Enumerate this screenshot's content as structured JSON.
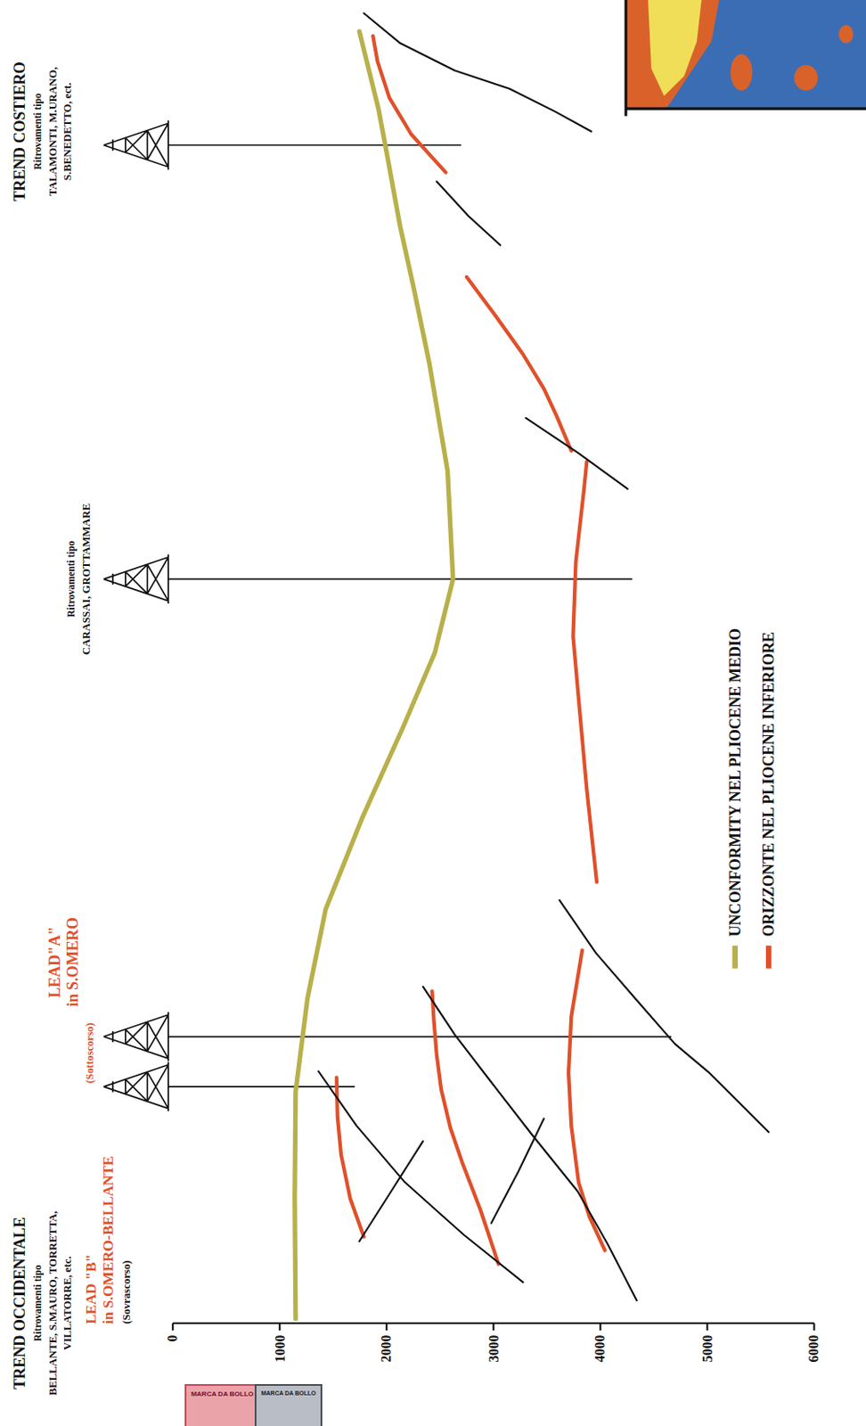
{
  "diagram": {
    "nodes": [
      {
        "text": [
          "MARCA DA BOLLO"
        ]
      },
      {
        "text": [
          "MARCA DA BOLLO"
        ]
      }
    ],
    "labels": [
      "TREND OCCIDENTALE",
      "Ritrovamenti tipo",
      "BELLANTE, S.MAURO, TORRETTA,",
      "VILLATORRE, etc.",
      "LEAD \"B\"",
      "in S.OMERO-BELLANTE",
      "(Sovrascorso)",
      "LEAD\"A\"",
      "in S.OMERO",
      "(Sottoscorso)",
      "Ritrovamenti tipo",
      "CARASSAI, GROTTAMMARE",
      "TREND COSTIERO",
      "Ritrovamenti tipo",
      "TALAMONTI, M.URANO,",
      "S.BENEDETTO, ect.",
      "0",
      "1000",
      "2000",
      "3000",
      "4000",
      "5000",
      "6000"
    ],
    "legend": [
      {
        "text": "UNCONFORMITY NEL PLIOCENE MEDIO",
        "color": "#b8b04a"
      },
      {
        "text": "ORIZZONTE NEL PLIOCENE INFERIORE",
        "color": "#e0502a"
      }
    ]
  }
}
